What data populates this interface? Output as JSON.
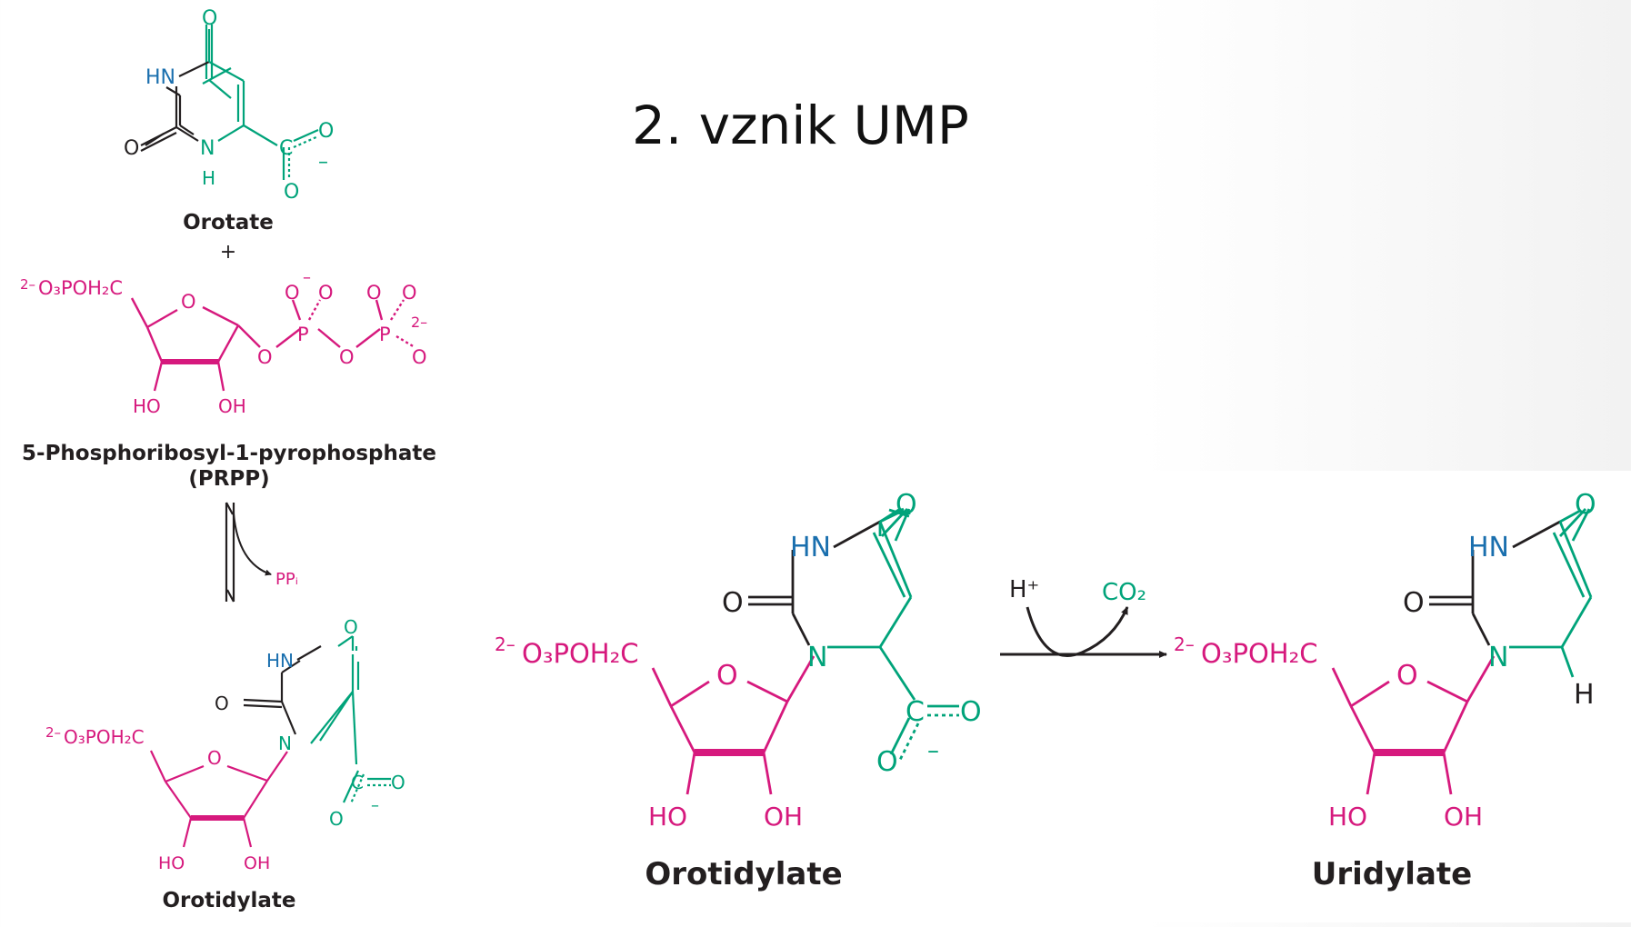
{
  "slide": {
    "title": "2. vznik UMP"
  },
  "colors": {
    "ring_green": "#00a37a",
    "ribose_magenta": "#d6197d",
    "nitrogen_blue": "#1a6fae",
    "black": "#231f20"
  },
  "left_panel": {
    "orotate": {
      "name": "Orotate",
      "atom_O_top": "O",
      "atom_HN": "HN",
      "atom_O_left": "O",
      "atom_N": "N",
      "atom_H": "H",
      "atom_C": "C",
      "atom_O_carboxyl_right": "O",
      "atom_O_carboxyl_bottom": "O",
      "charge": "–"
    },
    "plus": "+",
    "prpp": {
      "name": "5-Phosphoribosyl-1-pyrophosphate",
      "abbr": "(PRPP)",
      "group_prefix": "2–",
      "group": "O₃POH₂C",
      "ring_O": "O",
      "bridge_O1": "O",
      "P1": "P",
      "bridge_O2": "O",
      "P2": "P",
      "O_P1_a": "O",
      "O_P1_b": "O",
      "O_P2_a": "O",
      "O_P2_b": "O",
      "O_P2_c": "O",
      "charge_P1": "–",
      "charge_P2": "2–",
      "HO": "HO",
      "OH": "OH"
    },
    "reaction": {
      "byproduct": "PPᵢ"
    },
    "orotidylate": {
      "name": "Orotidylate",
      "group_prefix": "2–",
      "group": "O₃POH₂C",
      "ring_O": "O",
      "atom_O_top": "O",
      "atom_HN": "HN",
      "atom_O_left": "O",
      "atom_N": "N",
      "atom_C": "C",
      "atom_O_right": "O",
      "atom_O_bottom": "O",
      "charge": "–",
      "HO": "HO",
      "OH": "OH"
    }
  },
  "right_panel": {
    "orotidylate": {
      "name": "Orotidylate",
      "group_prefix": "2–",
      "group": "O₃POH₂C",
      "ring_O": "O",
      "atom_O_top": "O",
      "atom_HN": "HN",
      "atom_O_left": "O",
      "atom_N": "N",
      "atom_C": "C",
      "atom_O_right": "O",
      "atom_O_bottom": "O",
      "charge": "–",
      "HO": "HO",
      "OH": "OH"
    },
    "reaction": {
      "reagent": "H⁺",
      "product_gas": "CO₂"
    },
    "uridylate": {
      "name": "Uridylate",
      "group_prefix": "2–",
      "group": "O₃POH₂C",
      "ring_O": "O",
      "atom_O_top": "O",
      "atom_HN": "HN",
      "atom_O_left": "O",
      "atom_N": "N",
      "atom_H": "H",
      "HO": "HO",
      "OH": "OH"
    }
  }
}
